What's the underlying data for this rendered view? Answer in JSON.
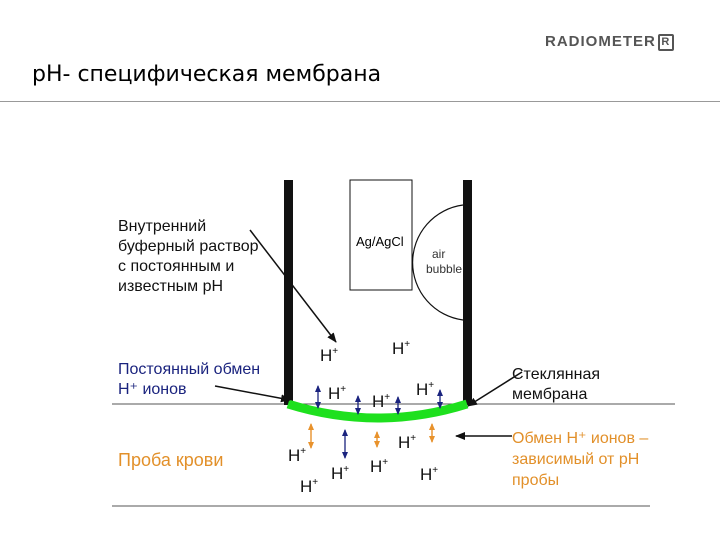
{
  "header": {
    "logo_text": "RADIOMETER",
    "logo_mark": "R",
    "title": "pH- специфическая мембрана"
  },
  "labels": {
    "inner_buffer": [
      "Внутренний",
      "буферный раствор",
      "с постоянным и",
      "известным pH"
    ],
    "constant_exchange": [
      "Постоянный обмен",
      "H⁺ ионов"
    ],
    "blood_sample": "Проба крови",
    "glass_membrane": [
      "Стеклянная",
      "мембрана"
    ],
    "exchange_depends": [
      "Обмен H⁺ ионов –",
      "зависимый от pH",
      "пробы"
    ],
    "electrode": "Ag/AgCl",
    "air_bubble": [
      "air",
      "bubble"
    ]
  },
  "ions": {
    "symbol": "H",
    "charge": "+"
  },
  "colors": {
    "membrane": "#1ee01e",
    "sample_text": "#e2902a",
    "inner_text": "#1a237e",
    "arrow_dark": "#1a237e",
    "arrow_orange": "#e8922c"
  }
}
